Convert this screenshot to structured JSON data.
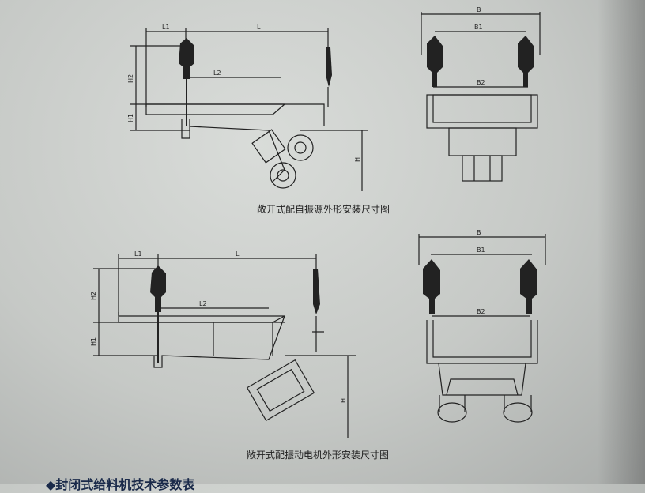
{
  "figure1": {
    "caption": "敞开式配自振源外形安装尺寸图",
    "labels": {
      "l1": "L1",
      "l": "L",
      "h2": "H2",
      "l2": "L2",
      "h1": "H1",
      "h": "H",
      "b": "B",
      "b1": "B1",
      "b2": "B2"
    }
  },
  "figure2": {
    "caption": "敞开式配振动电机外形安装尺寸图",
    "labels": {
      "l1": "L1",
      "l": "L",
      "h2": "H2",
      "l2": "L2",
      "h1": "H1",
      "h": "H",
      "b": "B",
      "b1": "B1",
      "b2": "B2"
    }
  },
  "section_heading": "◆封闭式给料机技术参数表"
}
